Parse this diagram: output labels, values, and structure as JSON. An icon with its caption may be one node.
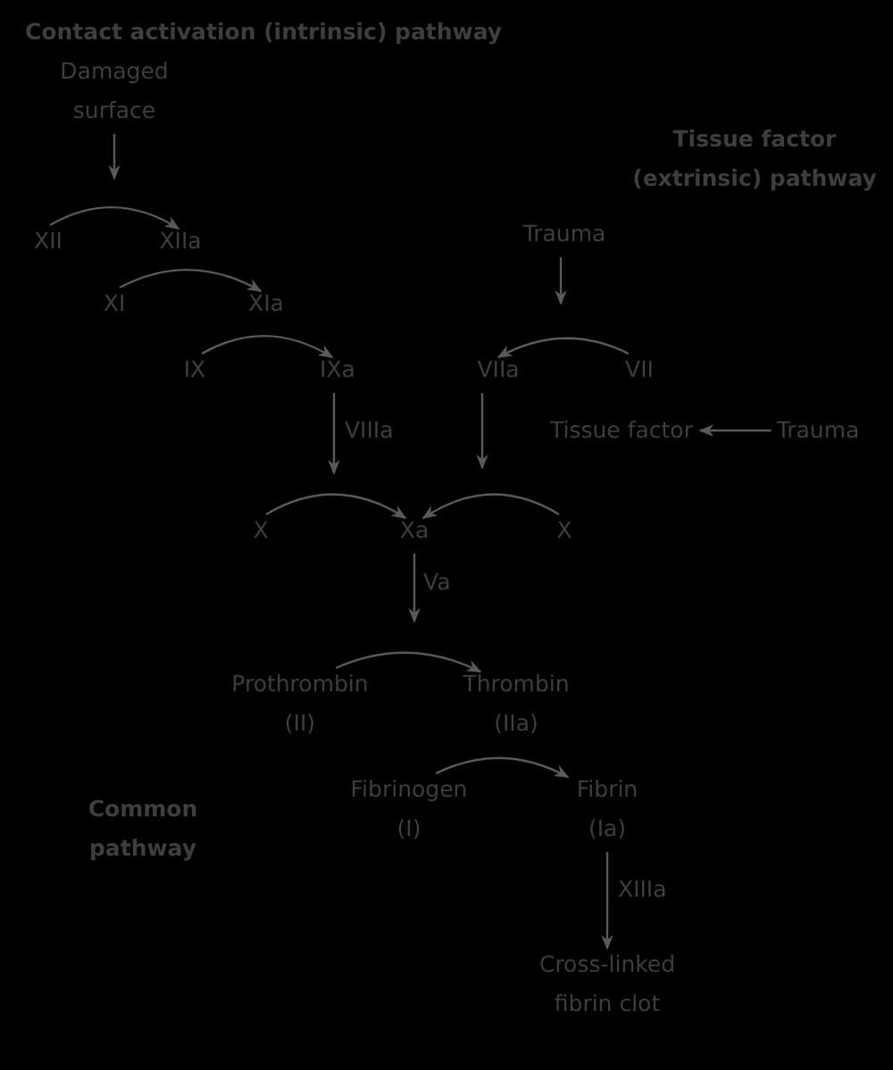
{
  "diagram": {
    "nodes": [
      {
        "text": [
          "Damaged surface"
        ]
      },
      {
        "text": [
          "XII"
        ]
      },
      {
        "text": [
          "XIIa"
        ]
      },
      {
        "text": [
          "XI"
        ]
      },
      {
        "text": [
          "XIa"
        ]
      },
      {
        "text": [
          "IX"
        ]
      },
      {
        "text": [
          "IXa"
        ]
      },
      {
        "text": [
          "Trauma"
        ]
      },
      {
        "text": [
          "VIIa"
        ]
      },
      {
        "text": [
          "VII"
        ]
      },
      {
        "text": [
          "Tissue factor"
        ]
      },
      {
        "text": [
          "Trauma"
        ]
      },
      {
        "text": [
          "X"
        ]
      },
      {
        "text": [
          "Xa"
        ]
      },
      {
        "text": [
          "X"
        ]
      },
      {
        "text": [
          "Prothrombin (II)"
        ]
      },
      {
        "text": [
          "Thrombin (IIa)"
        ]
      },
      {
        "text": [
          "Fibrinogen (I)"
        ]
      },
      {
        "text": [
          "Fibrin (Ia)"
        ]
      },
      {
        "text": [
          "Cross-linked fibrin clot"
        ]
      }
    ],
    "edges": [
      {
        "from": 0,
        "to": null,
        "arrow": "to"
      },
      {
        "from": 1,
        "to": 2,
        "arrow": "to"
      },
      {
        "from": 3,
        "to": 4,
        "arrow": "to"
      },
      {
        "from": 5,
        "to": 6,
        "arrow": "to"
      },
      {
        "from": 7,
        "to": null,
        "arrow": "to"
      },
      {
        "from": 9,
        "to": 8,
        "arrow": "to"
      },
      {
        "from": 8,
        "to": null,
        "arrow": "to"
      },
      {
        "from": 11,
        "to": 10,
        "arrow": "to"
      },
      {
        "from": 6,
        "to": null,
        "arrow": "to",
        "label": "VIIIa"
      },
      {
        "from": 12,
        "to": 13,
        "arrow": "to"
      },
      {
        "from": 14,
        "to": 13,
        "arrow": "to"
      },
      {
        "from": 13,
        "to": null,
        "arrow": "to",
        "label": "Va"
      },
      {
        "from": 15,
        "to": 16,
        "arrow": "to"
      },
      {
        "from": 17,
        "to": 18,
        "arrow": "to"
      },
      {
        "from": 18,
        "to": 19,
        "arrow": "to",
        "label": "XIIIa"
      }
    ],
    "labels": [
      "Contact activation (intrinsic) pathway",
      "Tissue factor (extrinsic) pathway",
      "Common pathway"
    ]
  }
}
